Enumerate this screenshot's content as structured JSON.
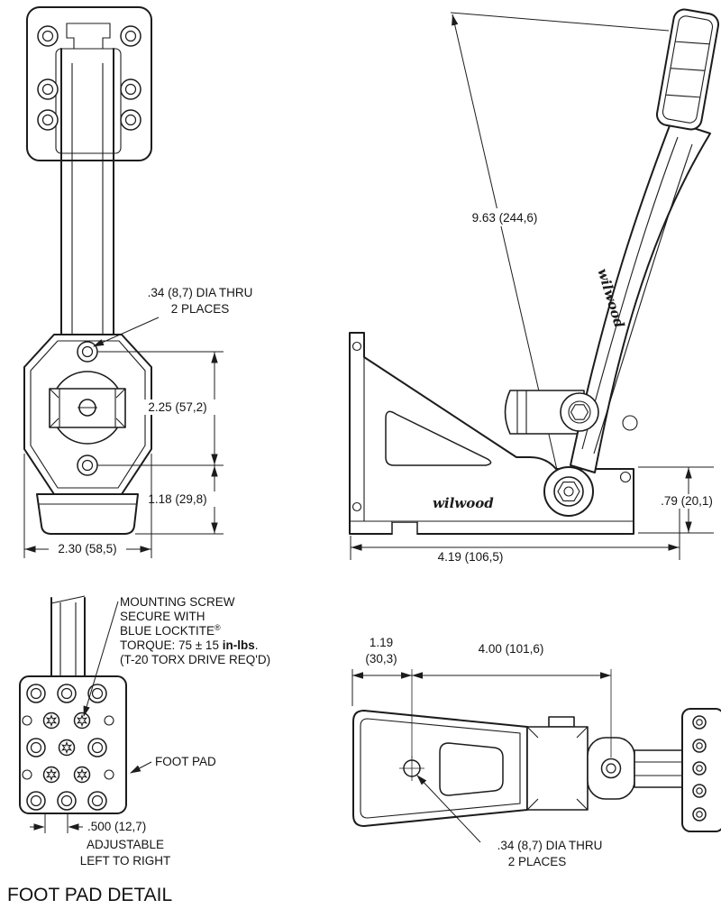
{
  "drawing": {
    "ink_color": "#1c1c1c",
    "front_view": {
      "dia_note_l1": ".34 (8,7) DIA THRU",
      "dia_note_l2": "2 PLACES",
      "dim_hole_spacing": "2.25 (57,2)",
      "dim_lower": "1.18 (29,8)",
      "dim_width": "2.30 (58,5)"
    },
    "side_view": {
      "dim_arm_length": "9.63 (244,6)",
      "dim_base": "4.19 (106,5)",
      "dim_pivot_height": ".79 (20,1)",
      "brand": "wilwood"
    },
    "footpad_detail": {
      "note_l1": "MOUNTING SCREW",
      "note_l2": "SECURE WITH",
      "note_l3": "BLUE LOCKTITE",
      "note_reg": "®",
      "note_l4_pre": "TORQUE: 75 ± 15 ",
      "note_l4_bold": "in-lbs",
      "note_l4_post": ".",
      "note_l5": "(T-20 TORX DRIVE REQ'D)",
      "footpad_label": "FOOT PAD",
      "dim_adjust": ".500 (12,7)",
      "adjust_l1": "ADJUSTABLE",
      "adjust_l2": "LEFT TO RIGHT",
      "title": "FOOT PAD DETAIL"
    },
    "top_view": {
      "dim_offset_l1": "1.19",
      "dim_offset_l2": "(30,3)",
      "dim_span": "4.00 (101,6)",
      "dia_note_l1": ".34 (8,7) DIA THRU",
      "dia_note_l2": "2 PLACES"
    }
  }
}
